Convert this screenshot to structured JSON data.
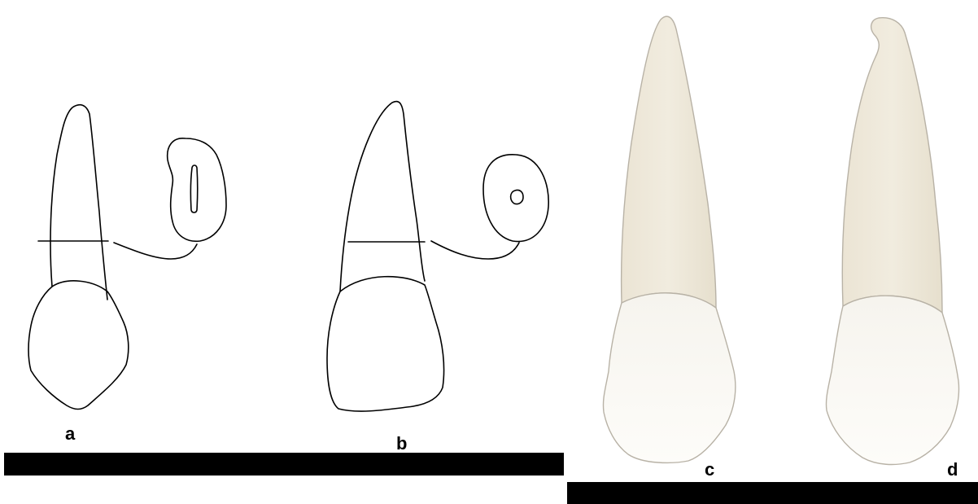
{
  "labels": {
    "a": "a",
    "b": "b",
    "c": "c",
    "d": "d"
  },
  "colors": {
    "line": "#000000",
    "root_fill": "#efe9dc",
    "crown_fill": "#fbfaf6",
    "outline": "#b8b2a6",
    "bar": "#000000",
    "background": "#ffffff"
  }
}
